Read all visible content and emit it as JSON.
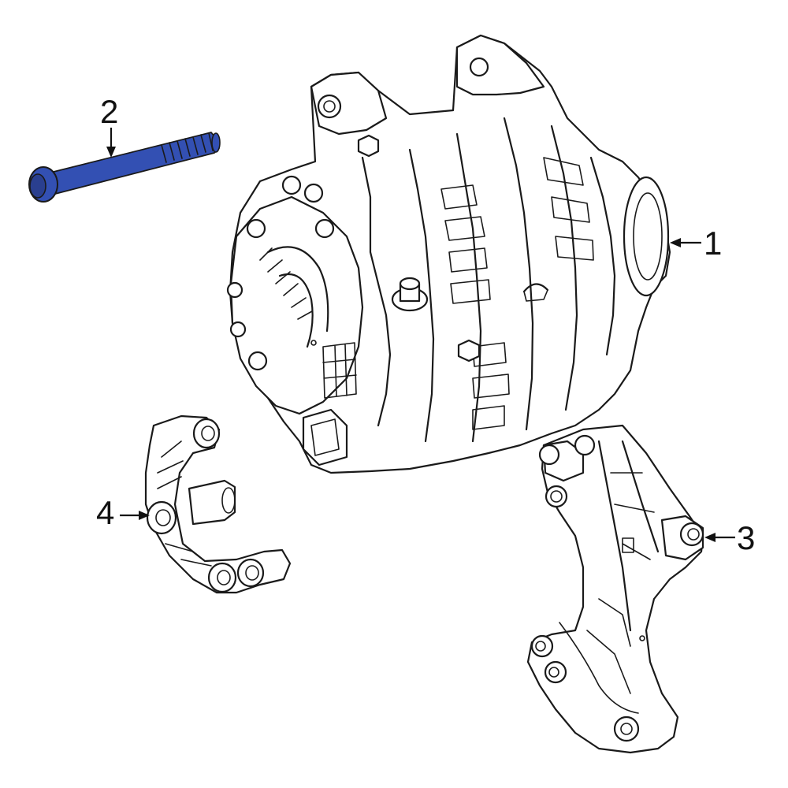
{
  "callouts": [
    {
      "id": "1",
      "label": "1"
    },
    {
      "id": "2",
      "label": "2"
    },
    {
      "id": "3",
      "label": "3"
    },
    {
      "id": "4",
      "label": "4"
    }
  ],
  "colors": {
    "highlight": "#3350b3",
    "line": "#1a1a1a",
    "background": "#ffffff"
  }
}
